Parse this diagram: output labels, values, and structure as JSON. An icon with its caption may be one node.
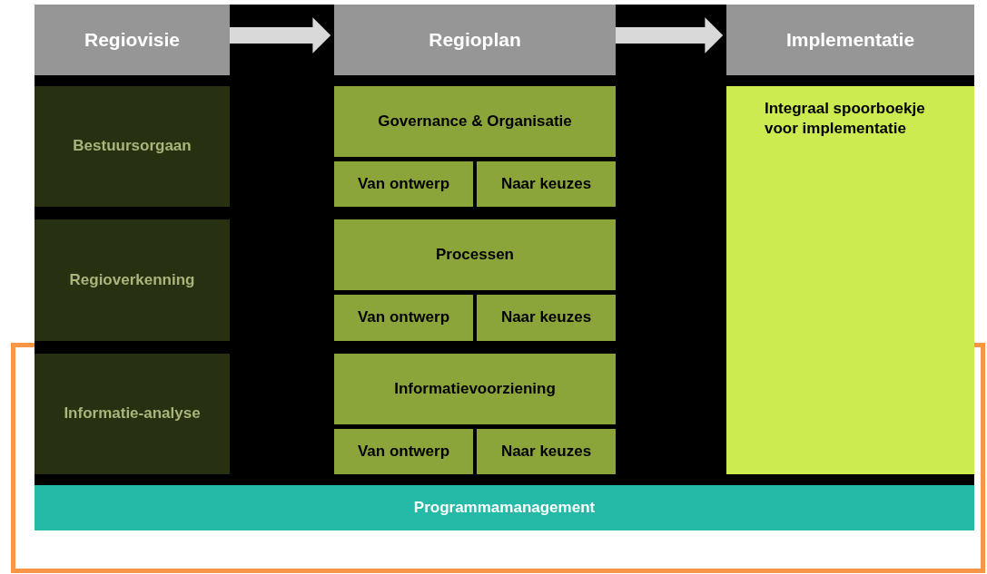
{
  "diagram": {
    "nodes": [
      {
        "text": [
          "Regiovisie"
        ]
      },
      {
        "text": [
          "Regioplan"
        ]
      },
      {
        "text": [
          "Implementatie"
        ]
      },
      {
        "text": [
          "Bestuursorgaan"
        ]
      },
      {
        "text": [
          "Regioverkenning"
        ]
      },
      {
        "text": [
          "Informatie-analyse"
        ]
      },
      {
        "text": [
          "Governance & Organisatie"
        ]
      },
      {
        "text": [
          "Van ontwerp"
        ]
      },
      {
        "text": [
          "Naar keuzes"
        ]
      },
      {
        "text": [
          "Processen"
        ]
      },
      {
        "text": [
          "Van ontwerp"
        ]
      },
      {
        "text": [
          "Naar keuzes"
        ]
      },
      {
        "text": [
          "Informatievoorziening"
        ]
      },
      {
        "text": [
          "Van ontwerp"
        ]
      },
      {
        "text": [
          "Naar keuzes"
        ]
      },
      {
        "text": [
          "Integraal spoorboekje voor implementatie"
        ]
      },
      {
        "text": [
          "Programmamanagement"
        ]
      }
    ],
    "edges": [
      {
        "from": 0,
        "to": 1,
        "arrow": "to"
      },
      {
        "from": 1,
        "to": 2,
        "arrow": "to"
      }
    ]
  }
}
